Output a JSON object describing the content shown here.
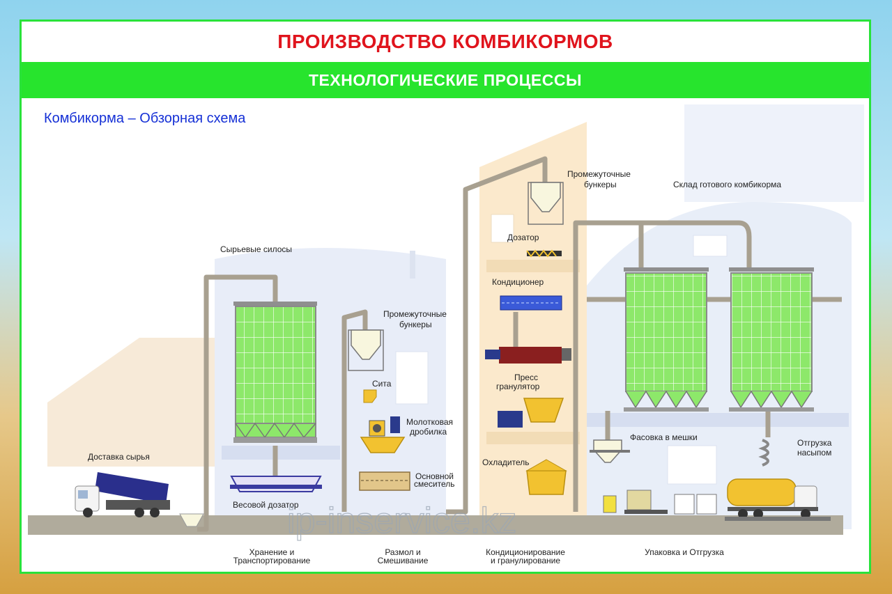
{
  "title": "ПРОИЗВОДСТВО КОМБИКОРМОВ",
  "subtitle": "ТЕХНОЛОГИЧЕСКИЕ ПРОЦЕССЫ",
  "section_heading": "Комбикорма – Обзорная схема",
  "labels": {
    "raw_delivery": "Доставка сырья",
    "raw_silos": "Сырьевые  силосы",
    "weigh_doser": "Весовой  дозатор",
    "interm_bunkers_1": [
      "Промежуточные",
      "бункеры"
    ],
    "sieve": "Сита",
    "hammer_mill": [
      "Молотковая",
      "дробилка"
    ],
    "main_mixer": [
      "Основной",
      "смеситель"
    ],
    "interm_bunkers_2": [
      "Промежуточные",
      "бункеры"
    ],
    "doser": "Дозатор",
    "conditioner": "Кондиционер",
    "press": [
      "Пресс",
      "гранулятор"
    ],
    "cooler": "Охладитель",
    "finished_storage": "Склад готового комбикорма",
    "bagging": "Фасовка  в  мешки",
    "bulk_shipping": [
      "Отгрузка",
      "насыпом"
    ]
  },
  "stages": {
    "storage": [
      "Хранение  и",
      "Транспортирование"
    ],
    "grinding": [
      "Размол и",
      "Смешивание"
    ],
    "conditioning": [
      "Кондиционирование",
      "и гранулирование"
    ],
    "packaging": "Упаковка  и  Отгрузка"
  },
  "watermark": "ip-inservice.kz",
  "colors": {
    "title": "#e0141d",
    "green_bar": "#27e42d",
    "heading": "#1530d6",
    "silo_fill": "#8de86a",
    "pipe": "#a8a090",
    "truck_body": "#2a2f8c",
    "equipment_yellow": "#f2c230",
    "press_red": "#8a1f1f",
    "conditioner_blue": "#3a5ad8"
  }
}
